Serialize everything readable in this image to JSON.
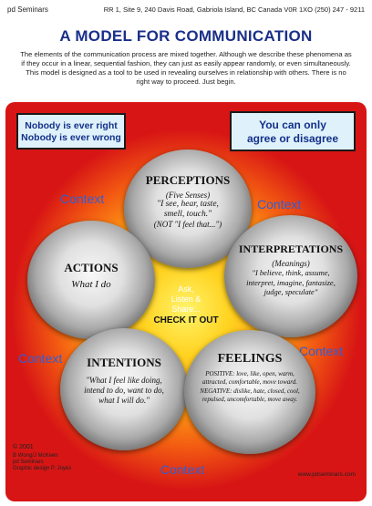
{
  "header": {
    "org": "pd Seminars",
    "address": "RR 1, Site 9, 240 Davis Road, Gabriola Island, BC Canada  V0R 1XO  (250) 247 - 9211"
  },
  "title": "A MODEL FOR COMMUNICATION",
  "intro": "The elements of the communication process are mixed together.  Although we describe these phenomena as if they occur in a linear, sequential fashion, they can just as easily appear randomly, or even simultaneously.  This model is designed as a tool to be used in revealing ourselves in relationship with others.  There is no right way to proceed. Just begin.",
  "boxes": {
    "left_line1": "Nobody is ever right",
    "left_line2": "Nobody is ever wrong",
    "right_line1": "You can only",
    "right_line2": "agree or disagree"
  },
  "context_label": "Context",
  "center": {
    "line1": "Ask,",
    "line2": "Listen &",
    "line3": "Share...",
    "check": "CHECK IT OUT"
  },
  "elements": {
    "perceptions": {
      "title": "PERCEPTIONS",
      "sub": "(Five Senses)",
      "line1": "\"I see, hear, taste,",
      "line2": "smell, touch.\"",
      "line3": "(NOT \"I feel that...\")"
    },
    "actions": {
      "title": "ACTIONS",
      "line1": "What I do"
    },
    "interpretations": {
      "title": "INTERPRETATIONS",
      "sub": "(Meanings)",
      "line1": "\"I believe, think, assume,",
      "line2": "interpret, imagine, fantasize,",
      "line3": "judge, speculate\""
    },
    "intentions": {
      "title": "INTENTIONS",
      "line1": "\"What I feel like doing,",
      "line2": "intend to do, want to do,",
      "line3": "what I will do.\""
    },
    "feelings": {
      "title": "FEELINGS",
      "positive": "POSITIVE: love, like, open, warm, attracted, comfortable, move toward.",
      "negative": "NEGATIVE: dislike, hate, closed, cool, repulsed, uncomfortable, move away."
    }
  },
  "footer": {
    "copyright": "© 2001",
    "credit1": "B Wong/J McKeen",
    "credit2": "pd Seminars",
    "credit3": "Graphic design P. Joyes",
    "website": "www.pdseminars.com"
  },
  "colors": {
    "title_blue": "#1a2f8a",
    "context_blue": "#2f5fd6",
    "poster_red": "#d71515",
    "box_fill": "#dff2fb"
  }
}
